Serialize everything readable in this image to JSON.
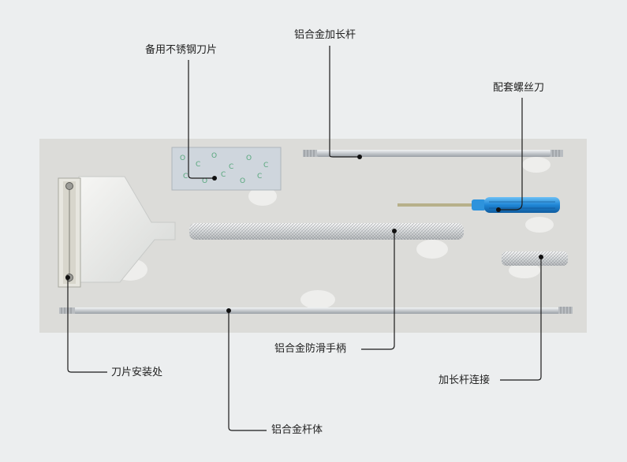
{
  "labels": {
    "blade": "备用不锈钢刀片",
    "extension_rod": "铝合金加长杆",
    "screwdriver": "配套螺丝刀",
    "handle": "铝合金防滑手柄",
    "blade_mount": "刀片安装处",
    "extension_connector": "加长杆连接",
    "main_rod": "铝合金杆体"
  },
  "colors": {
    "background": "#eceeef",
    "foam": "#dcdcd9",
    "screwdriver_handle": "#1f86d6",
    "metal": "#c9cdd1",
    "leader_line": "#1a1a1a"
  }
}
